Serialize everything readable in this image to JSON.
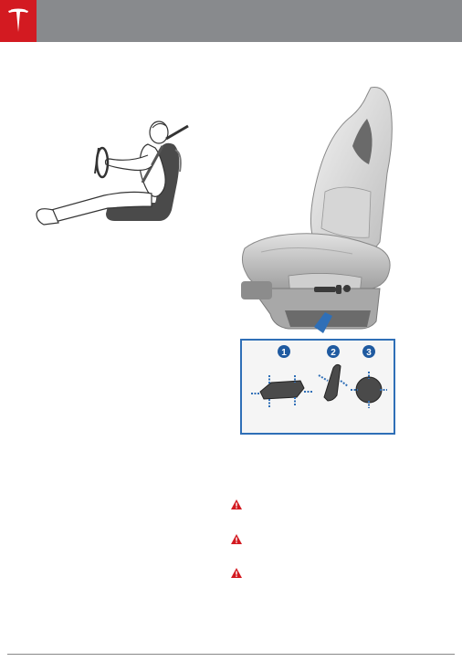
{
  "header": {
    "logo_icon": "tesla-logo-icon",
    "brand_color": "#d31a21",
    "bar_color": "#888a8d"
  },
  "illustrations": {
    "driving_position": {
      "icon": "driver-posture-illustration"
    },
    "seat": {
      "icon": "power-seat-illustration"
    },
    "controls_callout": {
      "labels": [
        "1",
        "2",
        "3"
      ],
      "accent_color": "#2f6fb7"
    }
  },
  "warnings": [
    {
      "icon": "warning-triangle-icon",
      "color": "#d31a21"
    },
    {
      "icon": "warning-triangle-icon",
      "color": "#d31a21"
    },
    {
      "icon": "warning-triangle-icon",
      "color": "#d31a21"
    }
  ]
}
